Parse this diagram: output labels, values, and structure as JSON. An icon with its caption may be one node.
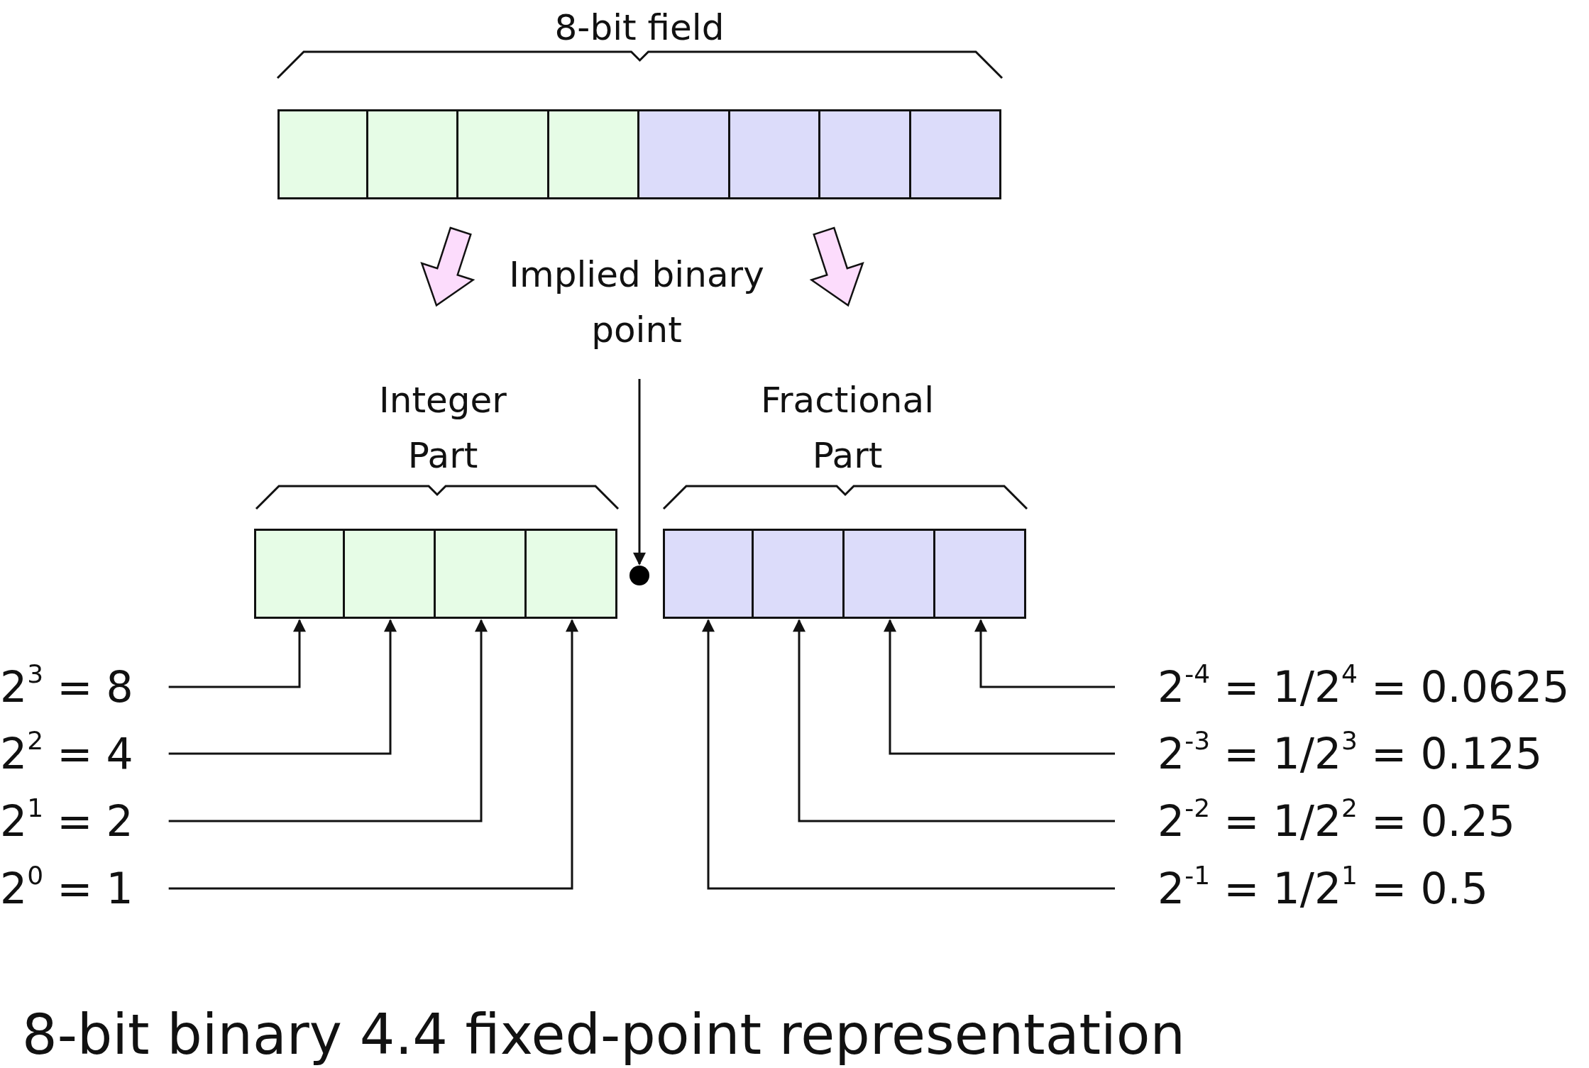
{
  "diagram": {
    "caption": "8-bit binary 4.4 fixed-point representation",
    "nodes": [
      {
        "text": [],
        "shape": "box"
      },
      {
        "text": [],
        "shape": "box"
      },
      {
        "text": [],
        "shape": "box"
      },
      {
        "text": [],
        "shape": "box"
      },
      {
        "text": [],
        "shape": "box"
      },
      {
        "text": [],
        "shape": "box"
      },
      {
        "text": [],
        "shape": "box"
      },
      {
        "text": [],
        "shape": "box"
      },
      {
        "text": [
          "Implied binary point"
        ]
      },
      {
        "text": [],
        "shape": "box"
      },
      {
        "text": [],
        "shape": "box"
      },
      {
        "text": [],
        "shape": "box"
      },
      {
        "text": [],
        "shape": "box"
      },
      {
        "text": [],
        "shape": "circle"
      },
      {
        "text": [],
        "shape": "box"
      },
      {
        "text": [],
        "shape": "box"
      },
      {
        "text": [],
        "shape": "box"
      },
      {
        "text": [],
        "shape": "box"
      },
      {
        "text": [
          "2$^{3}$ = 8"
        ]
      },
      {
        "text": [
          "2$^{-4}$ = 1/2$^{4}$ = 0.0625"
        ]
      },
      {
        "text": [
          "2$^{2}$ = 4"
        ]
      },
      {
        "text": [
          "2$^{-3}$ = 1/2$^{3}$ = 0.125"
        ]
      },
      {
        "text": [
          "2$^{1}$ = 2"
        ]
      },
      {
        "text": [
          "2$^{-2}$ = 1/2$^{2}$ = 0.25"
        ]
      },
      {
        "text": [
          "2$^{0}$ = 1"
        ]
      },
      {
        "text": [
          "2$^{-1}$ = 1/2$^{1}$ = 0.5"
        ]
      }
    ],
    "edges": [
      {
        "from": 8,
        "to": 13,
        "arrow": "to"
      },
      {
        "from": 18,
        "to": 9,
        "arrow": "to"
      },
      {
        "from": 19,
        "to": 17,
        "arrow": "to"
      },
      {
        "from": 20,
        "to": 10,
        "arrow": "to"
      },
      {
        "from": 21,
        "to": 16,
        "arrow": "to"
      },
      {
        "from": 22,
        "to": 11,
        "arrow": "to"
      },
      {
        "from": 23,
        "to": 15,
        "arrow": "to"
      },
      {
        "from": 24,
        "to": 12,
        "arrow": "to"
      },
      {
        "from": 25,
        "to": 14,
        "arrow": "to"
      }
    ],
    "labels": [
      "8-bit field",
      "Integer Part",
      "Fractional Part"
    ]
  }
}
